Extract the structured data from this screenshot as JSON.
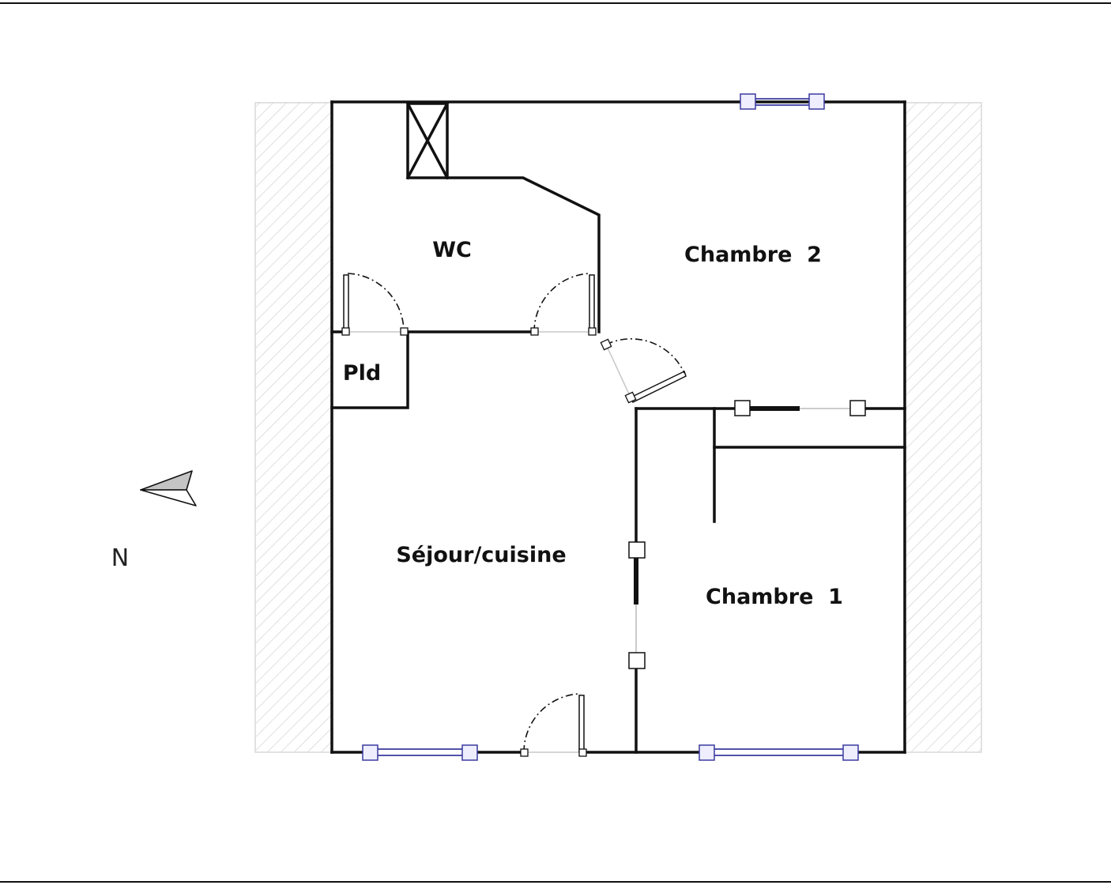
{
  "plan": {
    "rooms": {
      "wc": "WC",
      "chambre2": "Chambre  2",
      "pld": "Pld",
      "sejour": "Séjour/cuisine",
      "chambre1": "Chambre  1"
    },
    "compass": {
      "label": "N"
    }
  },
  "colors": {
    "wall": "#111111",
    "window": "#3a3aa0",
    "window_node_fill": "#eeeeff",
    "hatch": "#cfcfcf",
    "hatch_border": "#d8d8d8",
    "compass_fill": "#c4c4c4"
  }
}
